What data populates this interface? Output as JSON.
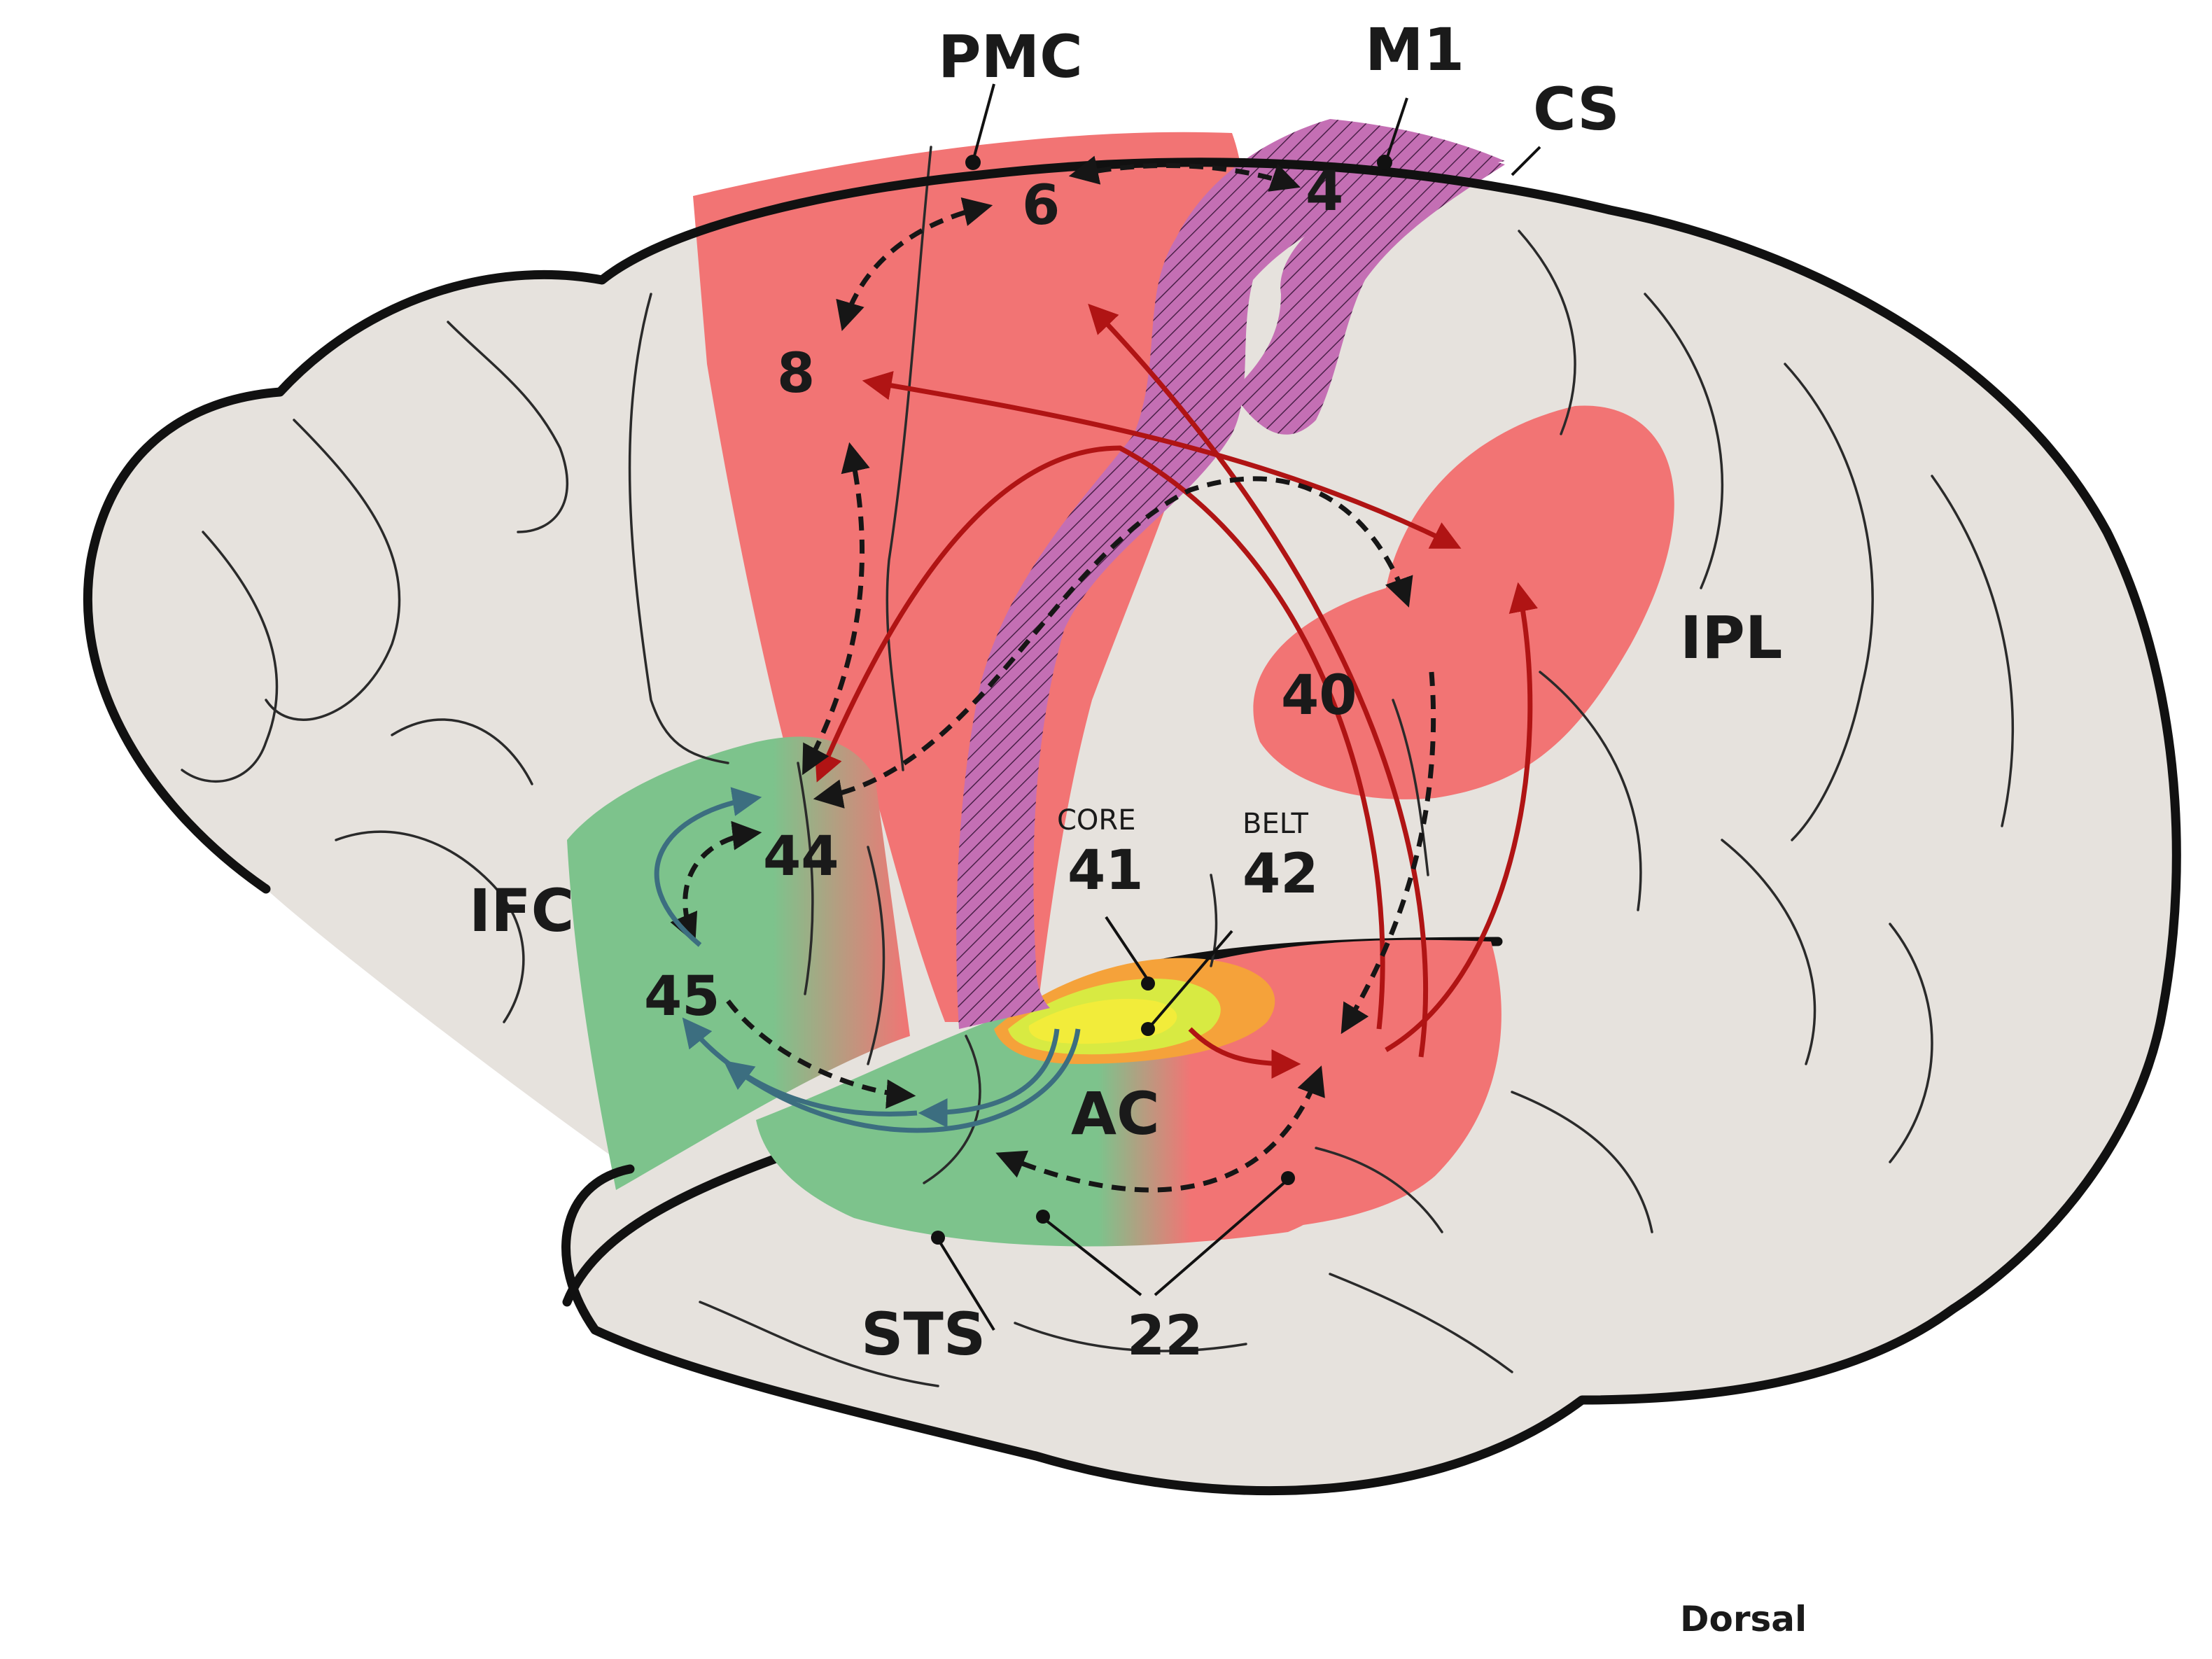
{
  "labels": {
    "pmc": "PMC",
    "m1": "M1",
    "cs": "CS",
    "ipl": "IPL",
    "ifc": "IFC",
    "ac": "AC",
    "sts": "STS",
    "area_6": "6",
    "area_4": "4",
    "area_8": "8",
    "area_40": "40",
    "area_44": "44",
    "area_45": "45",
    "area_41": "41",
    "area_42": "42",
    "area_22": "22",
    "core": "CORE",
    "belt": "BELT",
    "dorsal": "Dorsal"
  },
  "colors": {
    "cortex": "#e6e2dd",
    "motor_red": "#f27474",
    "m1_magenta": "#c46fb4",
    "frontal_green": "#7dc38c",
    "core_yellow": "#f0f04a",
    "belt_orange": "#f5a23a",
    "red_arrow": "#b01414",
    "blue_arrow": "#3c6e80"
  }
}
